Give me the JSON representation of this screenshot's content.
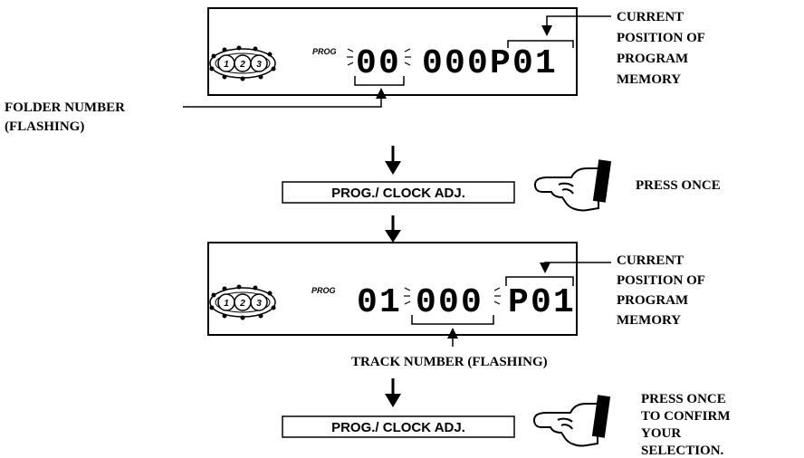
{
  "panel1": {
    "prog_tag": "PROG",
    "digits": [
      "0",
      "0",
      "0",
      "0",
      "0",
      "P",
      "0",
      "1"
    ],
    "annotation_current": [
      "CURRENT",
      "POSITION OF",
      "PROGRAM",
      "MEMORY"
    ],
    "annotation_folder": [
      "FOLDER NUMBER",
      "(FLASHING)"
    ]
  },
  "step1": {
    "button_label": "PROG./ CLOCK ADJ.",
    "instruction": [
      "PRESS ONCE"
    ]
  },
  "panel2": {
    "prog_tag": "PROG",
    "digits": [
      "0",
      "1",
      "0",
      "0",
      "0",
      "P",
      "0",
      "1"
    ],
    "annotation_current": [
      "CURRENT",
      "POSITION OF",
      "PROGRAM",
      "MEMORY"
    ],
    "annotation_track": [
      "TRACK NUMBER (FLASHING)"
    ]
  },
  "step2": {
    "button_label": "PROG./ CLOCK ADJ.",
    "instruction": [
      "PRESS ONCE",
      "TO CONFIRM",
      "YOUR",
      "SELECTION."
    ]
  },
  "disc_numbers": [
    "1",
    "2",
    "3"
  ]
}
